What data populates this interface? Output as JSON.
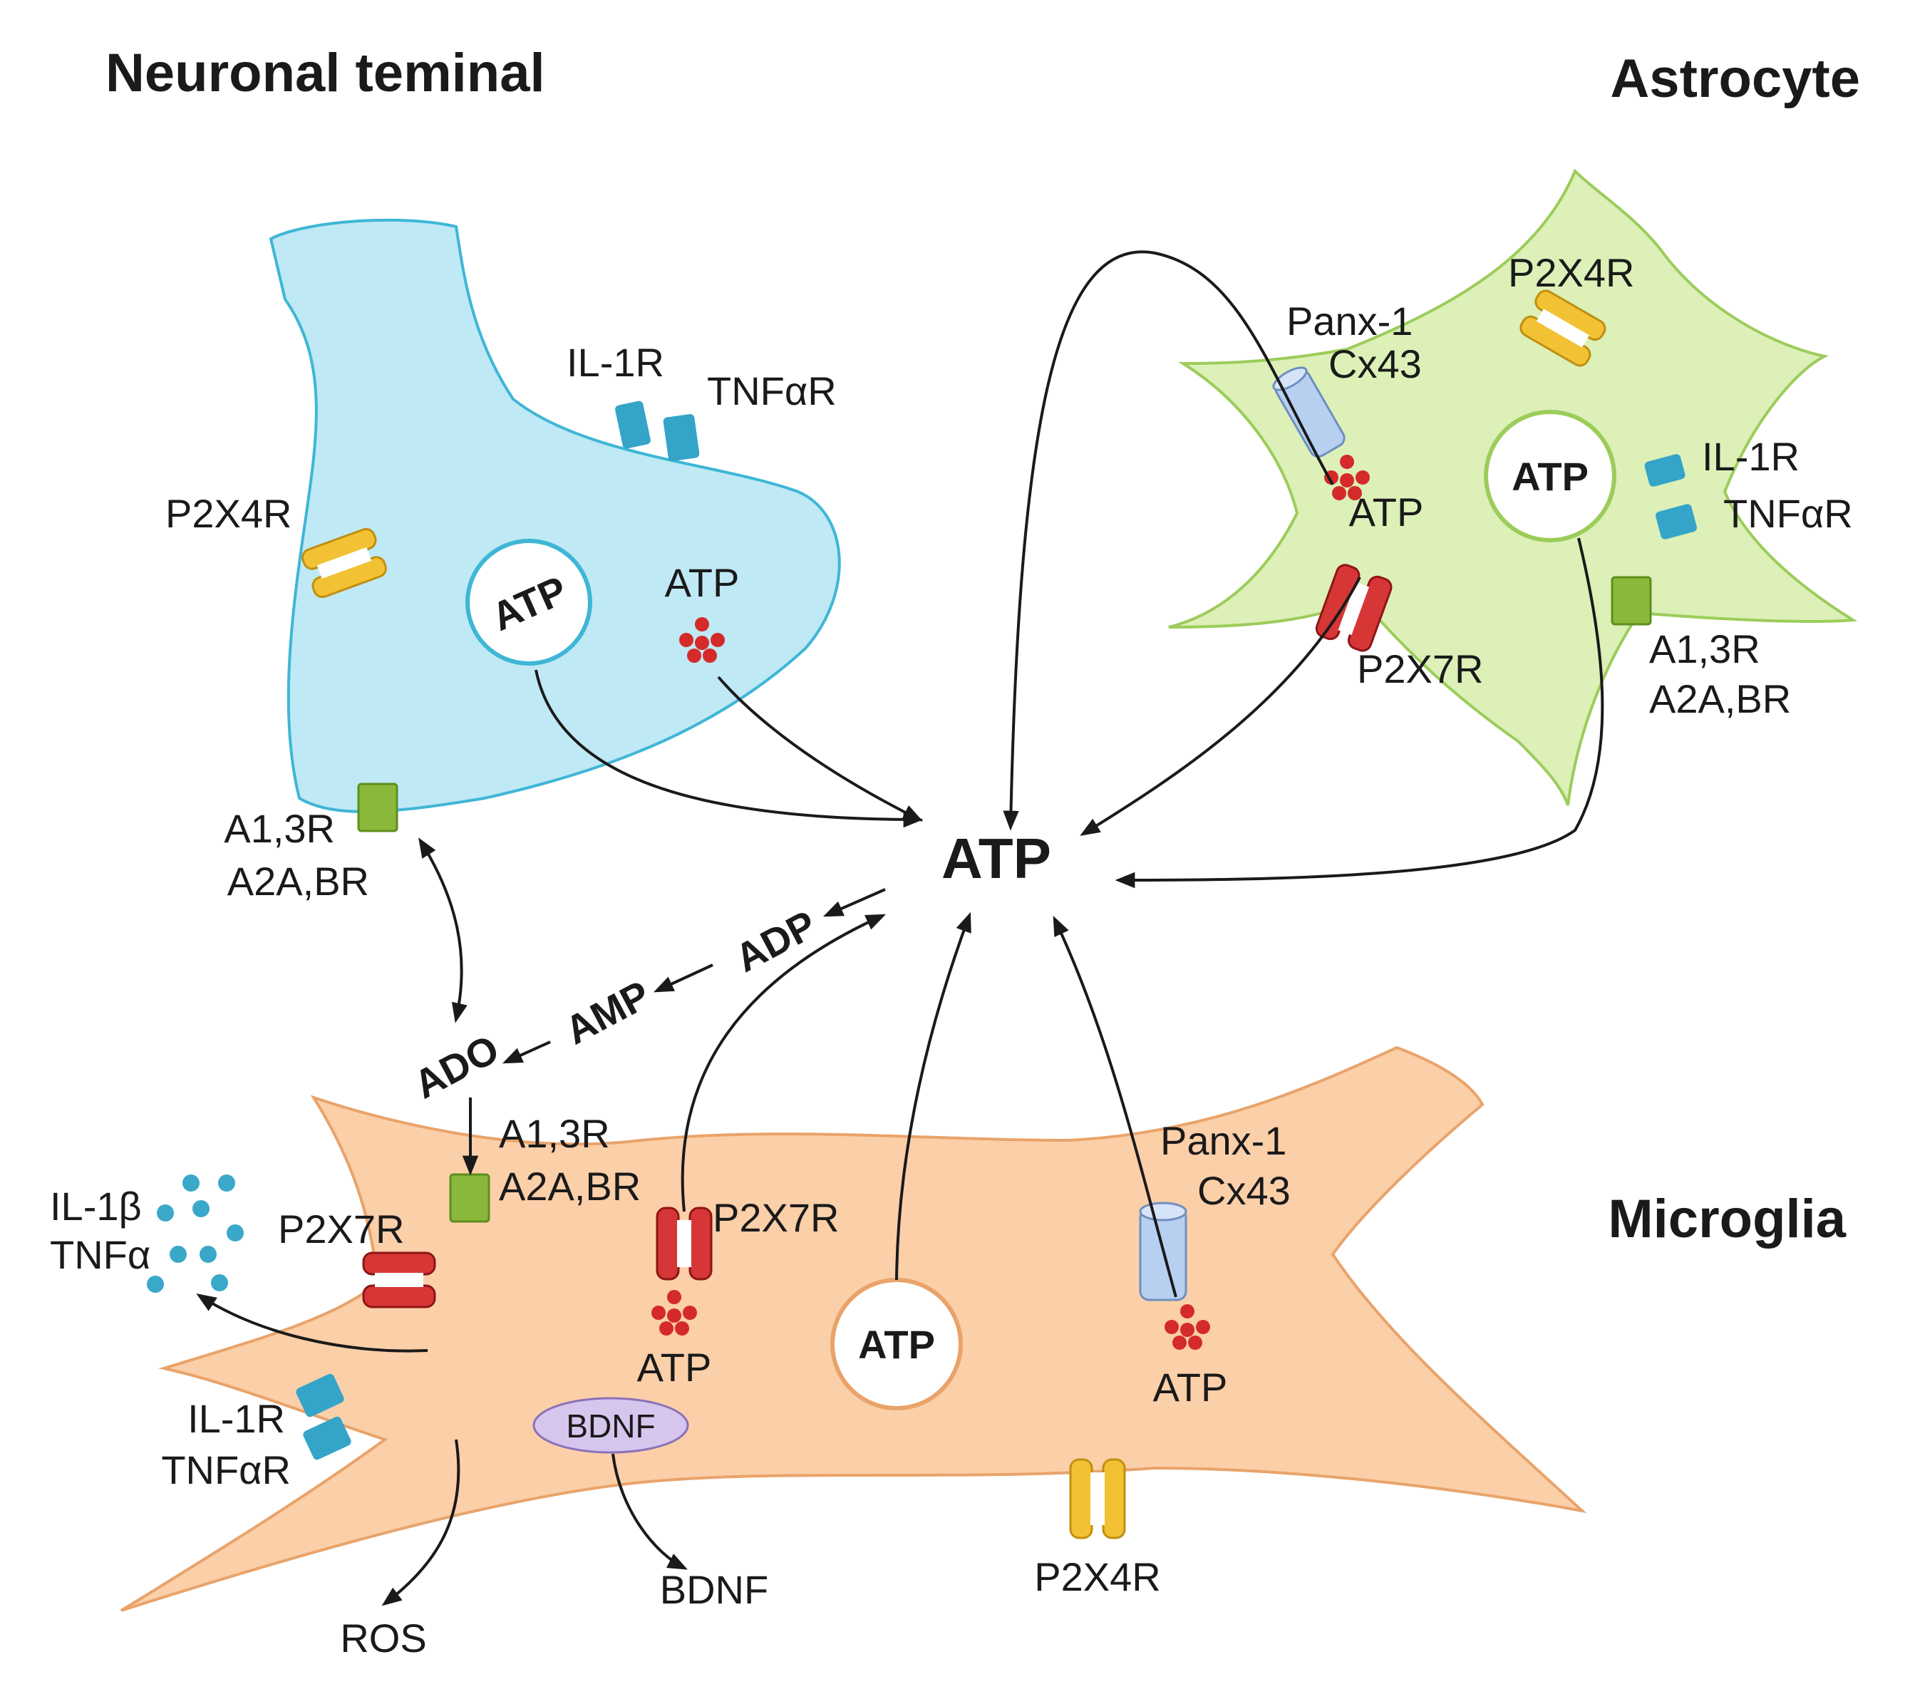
{
  "titles": {
    "neuron": "Neuronal teminal",
    "astrocyte": "Astrocyte",
    "microglia": "Microglia"
  },
  "center": {
    "atp": "ATP"
  },
  "cascade": {
    "adp": "ADP",
    "amp": "AMP",
    "ado": "ADO"
  },
  "neuron": {
    "il1r": "IL-1R",
    "tnfar": "TNFαR",
    "p2x4r": "P2X4R",
    "vesicle": "ATP",
    "atp_dots": "ATP",
    "adenosine_line1": "A1,3R",
    "adenosine_line2": "A2A,BR"
  },
  "astrocyte": {
    "panx_line1": "Panx-1",
    "panx_line2": "Cx43",
    "p2x4r": "P2X4R",
    "atp_dots": "ATP",
    "vesicle": "ATP",
    "il1r": "IL-1R",
    "tnfar": "TNFαR",
    "p2x7r": "P2X7R",
    "adenosine_line1": "A1,3R",
    "adenosine_line2": "A2A,BR"
  },
  "microglia": {
    "adenosine_line1": "A1,3R",
    "adenosine_line2": "A2A,BR",
    "il1b": "IL-1β",
    "tnfa": "TNFα",
    "p2x7r_left": "P2X7R",
    "p2x7r_center": "P2X7R",
    "atp_dots_left": "ATP",
    "vesicle": "ATP",
    "panx_line1": "Panx-1",
    "panx_line2": "Cx43",
    "atp_dots_right": "ATP",
    "il1r": "IL-1R",
    "tnfar": "TNFαR",
    "bdnf_inside": "BDNF",
    "bdnf_out": "BDNF",
    "ros": "ROS",
    "p2x4r": "P2X4R"
  },
  "colors": {
    "neuron_fill": "#bfe9f5",
    "neuron_stroke": "#3fb6d6",
    "astro_fill": "#dcf0b8",
    "astro_stroke": "#9ccc5a",
    "microglia_fill": "#fbcfa8",
    "microglia_stroke": "#e9a36a",
    "atp_dot": "#d42a2a",
    "cytokine_dot": "#3aa8c8",
    "receptor_blue": "#34a4c8",
    "p2x4_yellow": "#f3c234",
    "p2x7_red": "#d63636",
    "adenosine_green": "#8ab83a",
    "panx_blue": "#b8d0f0",
    "bdnf_purple": "#d6c6ee"
  }
}
